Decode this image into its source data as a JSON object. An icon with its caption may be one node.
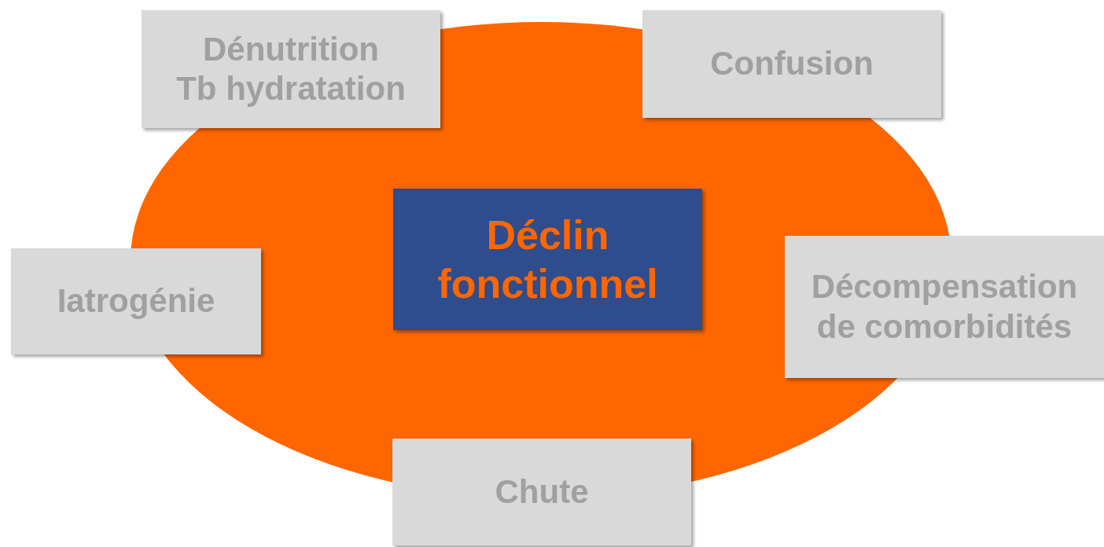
{
  "diagram": {
    "nodes": [
      {
        "text": [
          "Dénutrition",
          "Tb hydratation"
        ]
      },
      {
        "text": [
          "Confusion"
        ]
      },
      {
        "text": [
          "Iatrogénie"
        ]
      },
      {
        "text": [
          "Déclin fonctionnel"
        ]
      },
      {
        "text": [
          "Décompensation de comorbidités"
        ]
      },
      {
        "text": [
          "Chute"
        ]
      }
    ]
  }
}
